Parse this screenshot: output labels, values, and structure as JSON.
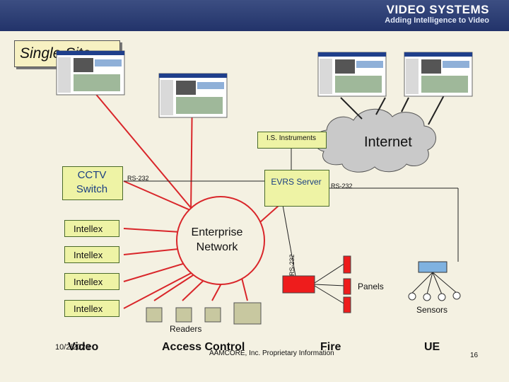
{
  "header": {
    "title": "VIDEO SYSTEMS",
    "subtitle": "Adding Intelligence to Video"
  },
  "slide_title": "Single Site",
  "nodes": {
    "cctv_switch": "CCTV Switch",
    "intellex": [
      "Intellex",
      "Intellex",
      "Intellex",
      "Intellex"
    ],
    "enterprise_network": "Enterprise Network",
    "evrs_server": "EVRS Server",
    "is_instruments": "I.S. Instruments",
    "internet": "Internet",
    "panels": "Panels",
    "sensors": "Sensors",
    "readers": "Readers"
  },
  "connections": {
    "rs232_a": "RS-232",
    "rs232_b": "RS-232",
    "rs232_c": "RS-232"
  },
  "categories": {
    "video": "Video",
    "access_control": "Access Control",
    "fire": "Fire",
    "ue": "UE"
  },
  "footer": {
    "date": "10/2/2020",
    "copyright": "AAMCORE, Inc. Proprietary Information",
    "page": "16"
  },
  "colors": {
    "header": "#2a3b72",
    "link_red": "#d9262a",
    "cloud": "#c7c7c7",
    "node_fill": "#eef3a5",
    "panel_red": "#ee1c1c",
    "ue_blue": "#7fb2e0"
  },
  "icons": [
    "browser-screenshot-icon",
    "cloud-icon",
    "panel-device-icon",
    "reader-device-icon",
    "sensor-icon"
  ]
}
